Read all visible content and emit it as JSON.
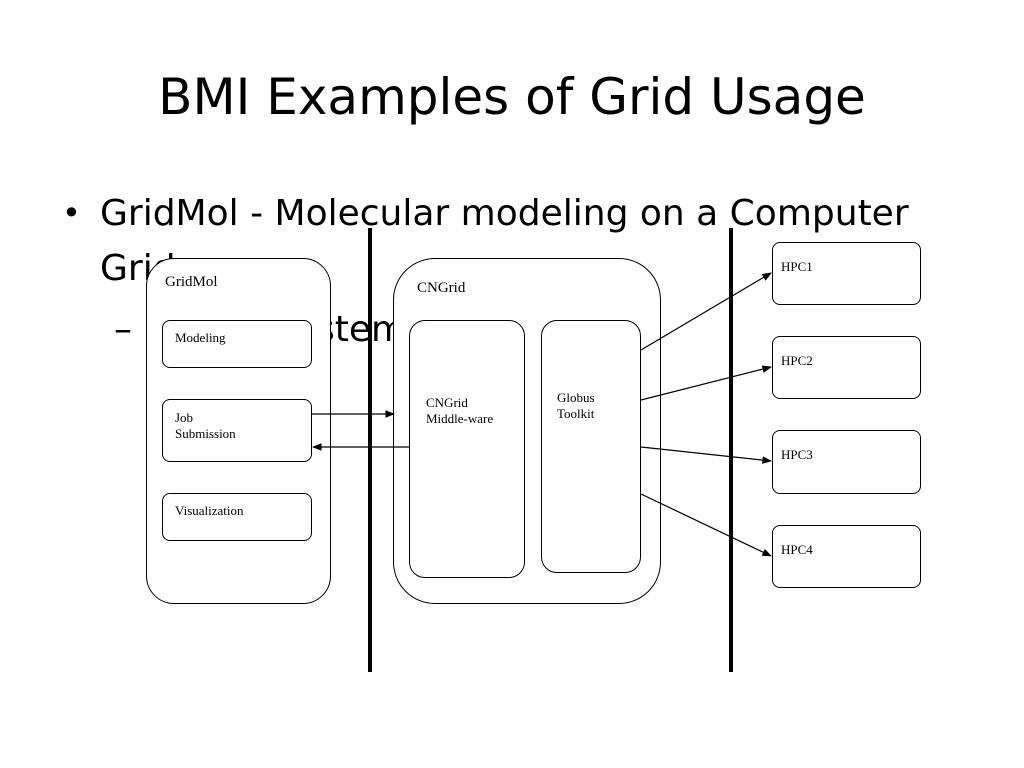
{
  "slide": {
    "title": "BMI Examples of Grid Usage",
    "bullets": [
      {
        "marker": "•",
        "line1": "GridMol - Molecular modeling on a Computer",
        "line2": "Grid"
      }
    ],
    "sub_bullets": [
      {
        "marker": "–",
        "visible_text": "stem"
      }
    ]
  },
  "diagram": {
    "gridmol": {
      "label": "GridMol",
      "modules": [
        "Modeling",
        "Job\nSubmission",
        "Visualization"
      ]
    },
    "cngrid": {
      "label": "CNGrid",
      "middleware_label": "CNGrid\nMiddle-ware",
      "globus_label": "Globus\nToolkit"
    },
    "hpc_nodes": [
      "HPC1",
      "HPC2",
      "HPC3",
      "HPC4"
    ]
  }
}
